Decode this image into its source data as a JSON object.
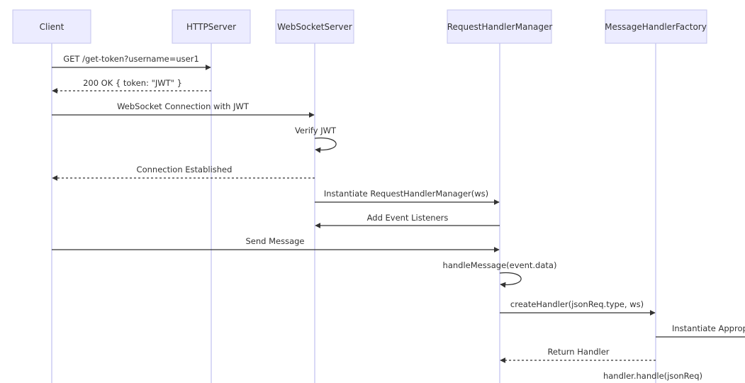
{
  "participants": [
    {
      "id": "client",
      "label": "Client"
    },
    {
      "id": "http",
      "label": "HTTPServer"
    },
    {
      "id": "ws",
      "label": "WebSocketServer"
    },
    {
      "id": "rhm",
      "label": "RequestHandlerManager"
    },
    {
      "id": "mhf",
      "label": "MessageHandlerFactory"
    }
  ],
  "messages": [
    {
      "label": "GET /get-token?username=user1",
      "style": "solid"
    },
    {
      "label": "200 OK { token: \"JWT\" }",
      "style": "dashed"
    },
    {
      "label": "WebSocket Connection with JWT",
      "style": "solid"
    },
    {
      "label": "Verify JWT",
      "style": "self"
    },
    {
      "label": "Connection Established",
      "style": "dashed"
    },
    {
      "label": "Instantiate RequestHandlerManager(ws)",
      "style": "solid"
    },
    {
      "label": "Add Event Listeners",
      "style": "solid"
    },
    {
      "label": "Send Message",
      "style": "solid"
    },
    {
      "label": "handleMessage(event.data)",
      "style": "self"
    },
    {
      "label": "createHandler(jsonReq.type, ws)",
      "style": "solid"
    },
    {
      "label": "Instantiate Appropri",
      "style": "solid"
    },
    {
      "label": "Return Handler",
      "style": "dashed"
    },
    {
      "label": "handler.handle(jsonReq)",
      "style": "text"
    }
  ],
  "colors": {
    "actor_fill": "#ececff",
    "actor_border": "#c5c5ee",
    "lifeline": "#c9c9f2",
    "line": "#333333",
    "text": "#333333"
  }
}
